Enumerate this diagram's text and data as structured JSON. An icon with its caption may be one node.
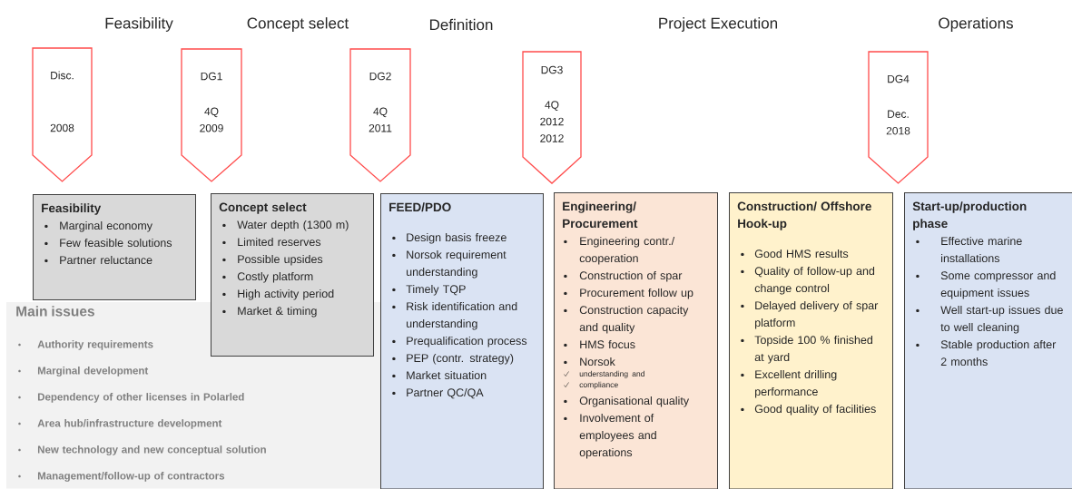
{
  "diagram": {
    "nodes": [
      {
        "text": [
          "Disc.",
          "2008"
        ]
      },
      {
        "text": [
          "DG1",
          "4Q 2009"
        ]
      },
      {
        "text": [
          "DG2",
          "4Q 2011"
        ]
      },
      {
        "text": [
          "DG3",
          "4Q 2012 2012"
        ]
      },
      {
        "text": [
          "DG4",
          "Dec. 2018"
        ]
      },
      {
        "text": [
          "Feasibility",
          "Marginal economy",
          "Few feasible solutions",
          "Partner reluctance"
        ]
      },
      {
        "text": [
          "Concept select",
          "Water depth (1300 m)",
          "Limited reserves",
          "Possible upsides",
          "Costly platform",
          "High activity period",
          "Market & timing"
        ]
      },
      {
        "text": [
          "Main issues",
          "Authority requirements",
          "Marginal development",
          "Dependency of other licenses in Polarled",
          "Area hub/infrastructure development",
          "New technology and new conceptual solution",
          "Management/follow-up of contractors"
        ]
      },
      {
        "text": [
          "FEED/PDO",
          "Design basis freeze",
          "Norsok requirement understanding",
          "Timely TQP",
          "Risk identification and understanding",
          "Prequalification process",
          "PEP (contr. strategy)",
          "Market situation",
          "Partner QC/QA"
        ]
      },
      {
        "text": [
          "Engineering/ Procurement",
          "Engineering contr./ cooperation",
          "Construction of spar",
          "Procurement follow up",
          "Construction capacity and quality",
          "HMS focus",
          "Norsok",
          "understanding and",
          "compliance",
          "Organisational quality",
          "Involvement of employees and operations"
        ]
      },
      {
        "text": [
          "Construction/ Offshore Hook-up",
          "Good HMS results",
          "Quality of follow-up and change control",
          "Delayed delivery of spar platform",
          "Topside 100 % finished at yard",
          "Excellent drilling performance",
          "Good quality of facilities"
        ]
      },
      {
        "text": [
          "Start-up/production phase",
          "Effective marine installations",
          "Some compressor and equipment issues",
          "Well start-up issues due to well cleaning",
          "Stable production after 2 months"
        ]
      }
    ],
    "labels": [
      "Feasibility",
      "Concept select",
      "Definition",
      "Project Execution",
      "Operations"
    ]
  }
}
